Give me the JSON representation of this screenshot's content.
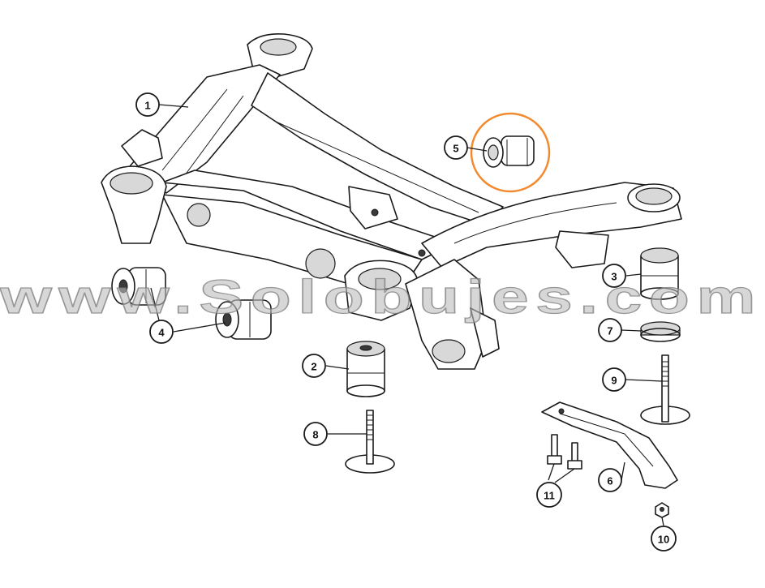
{
  "diagram": {
    "callouts": [
      {
        "label": "1"
      },
      {
        "label": "2"
      },
      {
        "label": "3"
      },
      {
        "label": "4"
      },
      {
        "label": "5"
      },
      {
        "label": "6"
      },
      {
        "label": "7"
      },
      {
        "label": "8"
      },
      {
        "label": "9"
      },
      {
        "label": "10"
      },
      {
        "label": "11"
      }
    ],
    "highlight_color": "#f28b30",
    "watermark": "www.Solobujes.com"
  }
}
